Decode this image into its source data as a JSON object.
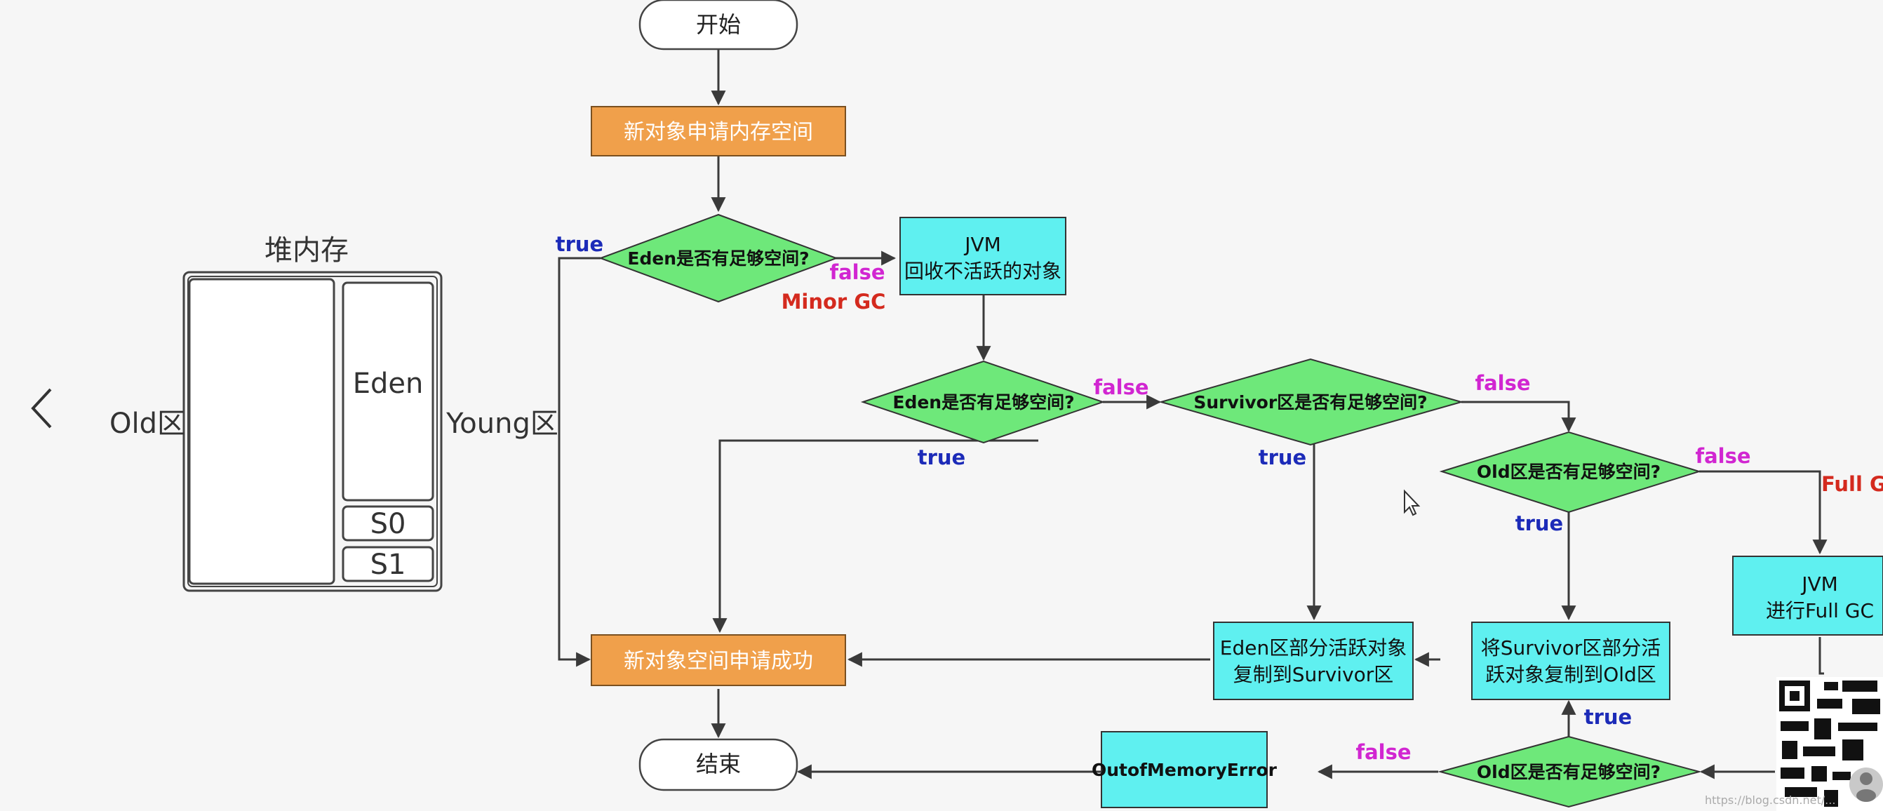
{
  "nav": {
    "back_icon": "chevron-left-icon"
  },
  "heap": {
    "title": "堆内存",
    "old_label": "Old区",
    "young_label": "Young区",
    "eden": "Eden",
    "s0": "S0",
    "s1": "S1"
  },
  "flow": {
    "start": "开始",
    "request": "新对象申请内存空间",
    "eden_check_1": "Eden是否有足够空间?",
    "jvm_minor_1": "JVM",
    "jvm_minor_2": "回收不活跃的对象",
    "eden_check_2": "Eden是否有足够空间?",
    "survivor_check": "Survivor区是否有足够空间?",
    "old_check_1": "Old区是否有足够空间?",
    "jvm_full_1": "JVM",
    "jvm_full_2": "进行Full GC",
    "copy_survivor_1": "Eden区部分活跃对象",
    "copy_survivor_2": "复制到Survivor区",
    "copy_old_1": "将Survivor区部分活",
    "copy_old_2": "跃对象复制到Old区",
    "success": "新对象空间申请成功",
    "old_check_2": "Old区是否有足够空间?",
    "oom": "OutofMemoryError",
    "end": "结束"
  },
  "edge_labels": {
    "true": "true",
    "false": "false",
    "minor_gc": "Minor GC",
    "full_gc": "Full G"
  },
  "watermark": "https://blog.csdn.net/...",
  "colors": {
    "orange": "#f0a04b",
    "cyan": "#5ff0f0",
    "green": "#6ee87a",
    "true_label": "#1c2bb8",
    "false_label": "#d126d1",
    "gc_label": "#d42a1e"
  }
}
